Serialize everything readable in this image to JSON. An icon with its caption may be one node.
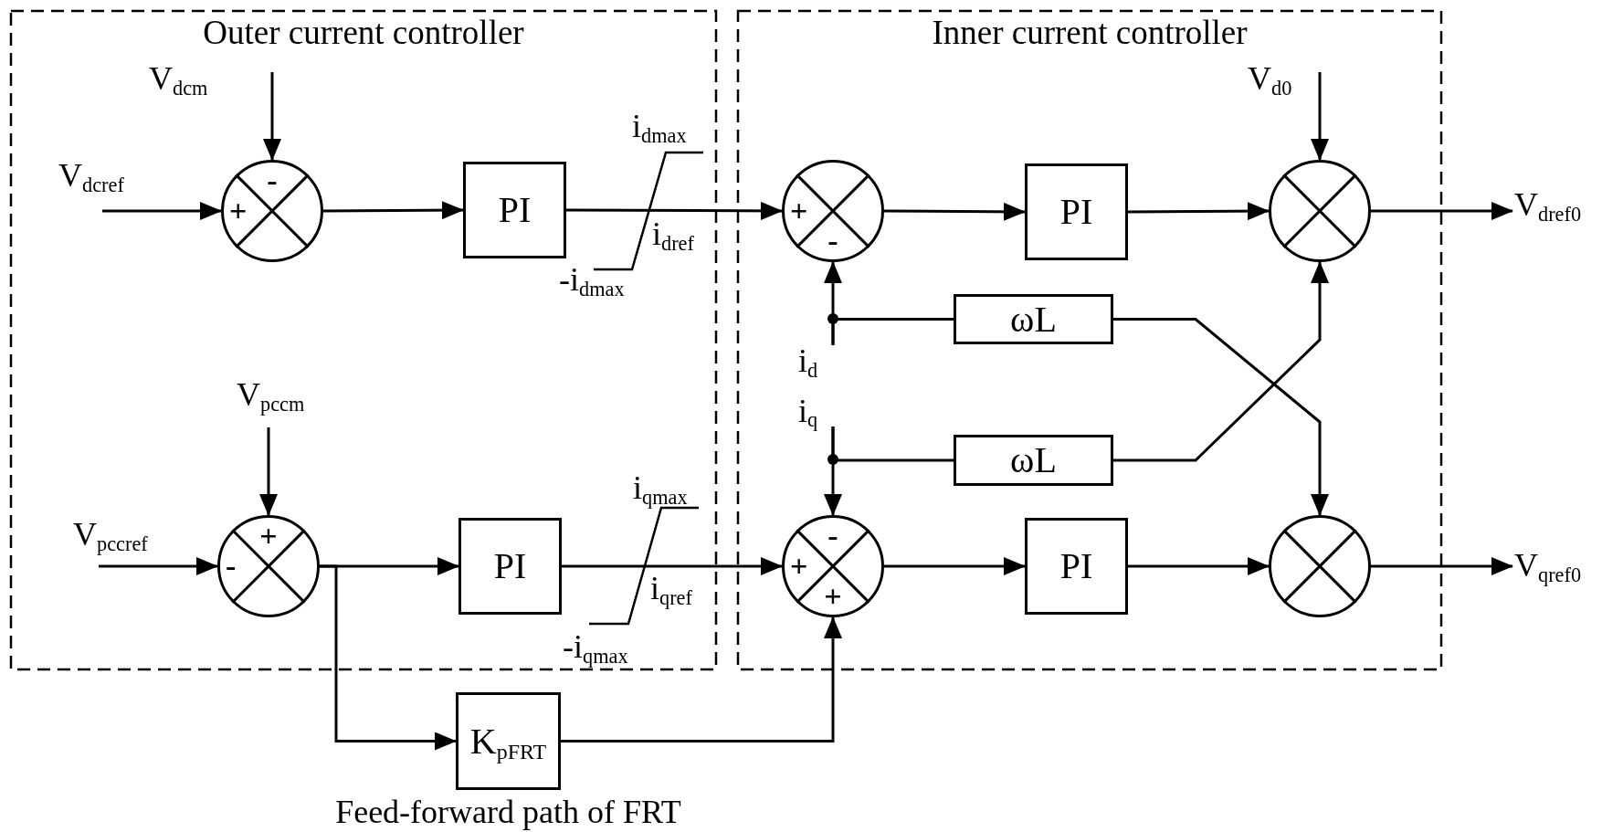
{
  "diagram": {
    "nodes": [
      {
        "text": [
          "Outer current controller"
        ]
      },
      {
        "text": [
          "V$_{dcm}$"
        ],
        "in": 0
      },
      {
        "text": [
          "V$_{dcref}$"
        ],
        "in": 0
      },
      {
        "text": [
          "+",
          "-"
        ],
        "in": 0
      },
      {
        "text": [
          "PI"
        ],
        "in": 0
      },
      {
        "text": [
          "V$_{pccm}$"
        ],
        "in": 0
      },
      {
        "text": [
          "V$_{pccref}$"
        ],
        "in": 0
      },
      {
        "text": [
          "+",
          "-"
        ],
        "in": 0
      },
      {
        "text": [
          "PI"
        ],
        "in": 0
      },
      {
        "text": [
          "Inner current controller"
        ]
      },
      {
        "text": [
          "V$_{d0}$"
        ],
        "in": 9
      },
      {
        "text": [
          "+",
          "-"
        ],
        "in": 9
      },
      {
        "text": [
          "PI"
        ],
        "in": 9
      },
      {
        "text": [],
        "shape": "circle",
        "in": 9
      },
      {
        "text": [
          "ωL"
        ],
        "in": 9
      },
      {
        "text": [
          "i$_{d}$"
        ],
        "in": 9
      },
      {
        "text": [
          "i$_{q}$"
        ],
        "in": 9
      },
      {
        "text": [
          "ωL"
        ],
        "in": 9
      },
      {
        "text": [
          "-",
          "+",
          "+"
        ],
        "in": 9
      },
      {
        "text": [
          "PI"
        ],
        "in": 9
      },
      {
        "text": [],
        "shape": "circle",
        "in": 9
      },
      {
        "text": [
          "V$_{dref0}$"
        ]
      },
      {
        "text": [
          "V$_{qref0}$"
        ]
      },
      {
        "text": [
          "K$_{pFRT}$"
        ],
        "beside": [
          "Feed-forward path of FRT"
        ]
      }
    ],
    "edges": [
      {
        "from": 2,
        "to": 3,
        "arrow": "to"
      },
      {
        "from": 1,
        "to": 3,
        "arrow": "to"
      },
      {
        "from": 3,
        "to": 4,
        "arrow": "to"
      },
      {
        "from": 4,
        "to": 11,
        "arrow": "to"
      },
      {
        "from": 11,
        "to": 12,
        "arrow": "to"
      },
      {
        "from": 12,
        "to": 13,
        "arrow": "to"
      },
      {
        "from": 10,
        "to": 13,
        "arrow": "to"
      },
      {
        "from": 13,
        "to": 21,
        "arrow": "to"
      },
      {
        "from": 15,
        "to": 11,
        "arrow": "to"
      },
      {
        "from": 15,
        "to": 14,
        "arrow": "none"
      },
      {
        "from": 14,
        "to": 20,
        "arrow": "to"
      },
      {
        "from": 17,
        "to": 13,
        "arrow": "to"
      },
      {
        "from": 16,
        "to": 18,
        "arrow": "to"
      },
      {
        "from": 16,
        "to": 17,
        "arrow": "none"
      },
      {
        "from": 6,
        "to": 7,
        "arrow": "to"
      },
      {
        "from": 5,
        "to": 7,
        "arrow": "to"
      },
      {
        "from": 7,
        "to": 8,
        "arrow": "to"
      },
      {
        "from": 8,
        "to": 18,
        "arrow": "to"
      },
      {
        "from": 7,
        "to": 23,
        "arrow": "to"
      },
      {
        "from": 23,
        "to": 18,
        "arrow": "to"
      },
      {
        "from": 18,
        "to": 19,
        "arrow": "to"
      },
      {
        "from": 19,
        "to": 20,
        "arrow": "to"
      },
      {
        "from": 20,
        "to": 22,
        "arrow": "to"
      }
    ],
    "labels": [
      "i$_{dmax}$",
      "i$_{dref}$",
      "-i$_{dmax}$",
      "i$_{qmax}$",
      "i$_{qref}$",
      "-i$_{qmax}$"
    ]
  }
}
